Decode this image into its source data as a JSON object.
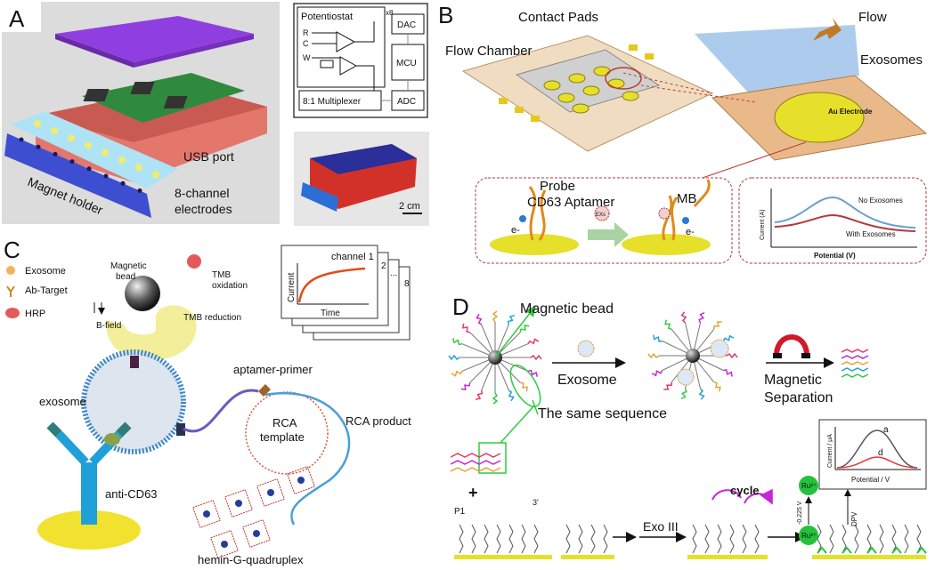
{
  "panels": {
    "A": {
      "letter": "A",
      "usb": "USB port",
      "magnet": "Magnet holder",
      "electrodes_1": "8-channel",
      "electrodes_2": "electrodes",
      "scale": "2 cm",
      "circuit": {
        "potentiostat": "Potentiostat",
        "multiplier": "x8",
        "r": "R",
        "c": "C",
        "w": "W",
        "dac": "DAC",
        "mcu": "MCU",
        "adc": "ADC",
        "mux": "8:1 Multiplexer"
      }
    },
    "B": {
      "letter": "B",
      "contact_pads": "Contact Pads",
      "flow_chamber": "Flow Chamber",
      "flow": "Flow",
      "exosomes": "Exosomes",
      "au_electrode": "Au Electrode",
      "probe": "Probe",
      "cd63": "CD63 Aptamer",
      "mb": "MB",
      "exs": "EXs",
      "e_minus": "e-",
      "no_exo": "No Exosomes",
      "with_exo": "With Exosomes",
      "current_axis": "Current (A)",
      "potential_axis": "Potential (V)"
    },
    "C": {
      "letter": "C",
      "legend_exosome": "Exosome",
      "legend_ab": "Ab-Target",
      "legend_hrp": "HRP",
      "magnetic_1": "Magnetic",
      "magnetic_2": "bead",
      "tmb_ox_1": "TMB",
      "tmb_ox_2": "oxidation",
      "tmb_red": "TMB reduction",
      "bfield": "B-field",
      "channel1": "channel 1",
      "ch2": "2",
      "ch_dots": "...",
      "ch8": "8",
      "current": "Current",
      "time": "Time",
      "aptamer_primer": "aptamer-primer",
      "exosome": "exosome",
      "rca_1": "RCA",
      "rca_2": "template",
      "rca_product": "RCA product",
      "anti_cd63": "anti-CD63",
      "hemin": "hemin-G-quadruplex"
    },
    "D": {
      "letter": "D",
      "magnetic_bead": "Magnetic bead",
      "exosome": "Exosome",
      "magnetic_sep_1": "Magnetic",
      "magnetic_sep_2": "Separation",
      "same_seq": "The same sequence",
      "plus": "+",
      "p1": "P1",
      "three_prime": "3'",
      "exo3": "Exo III",
      "cycle": "cycle",
      "ru2": "Ru²⁺",
      "ru3": "Ru³⁺",
      "volt": "-0.225 V",
      "dpv": "DPV",
      "current_axis": "Current / μA",
      "potential_axis": "Potential / V",
      "a": "a",
      "d": "d"
    }
  },
  "colors": {
    "lid": "#8f3fe0",
    "case": "#e3776c",
    "blue_holder": "#3d4fd0",
    "gold": "#e8e21a",
    "arrow_green": "#a9d3a0",
    "red_dashed": "#b03a3a",
    "purple_cycle": "#c526d8",
    "ru_green": "#23c23b"
  }
}
